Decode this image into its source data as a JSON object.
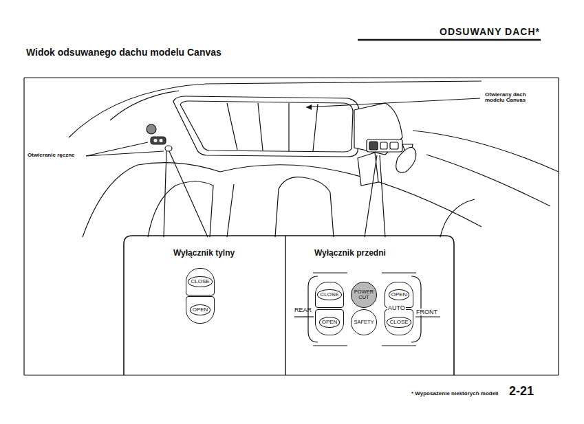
{
  "diagram": {
    "title": "Widok odsuwanego dachu modelu Canvas",
    "nodes": [
      {
        "text": [
          "Wyłącznik tylny"
        ]
      },
      {
        "text": [
          "CLOSE"
        ],
        "in": 0
      },
      {
        "text": [
          "OPEN"
        ],
        "in": 0
      },
      {
        "text": [
          "Wyłącznik przedni"
        ]
      },
      {
        "text": [
          "CLOSE"
        ],
        "in": 3
      },
      {
        "text": [
          "POWER CUT"
        ],
        "in": 3
      },
      {
        "text": [
          "OPEN"
        ],
        "in": 3
      },
      {
        "text": [
          "OPEN"
        ],
        "in": 3
      },
      {
        "text": [
          "SAFETY"
        ],
        "in": 3
      },
      {
        "text": [
          "CLOSE"
        ],
        "in": 3
      }
    ],
    "edges": [],
    "labels": [
      "ODSUWANY DACH*",
      "Otwierany dach modelu Canvas",
      "Otwieranie ręczne",
      "REAR",
      "AUTO",
      "FRONT",
      "* Wyposażenie niektórych modeli",
      "2-21"
    ]
  }
}
